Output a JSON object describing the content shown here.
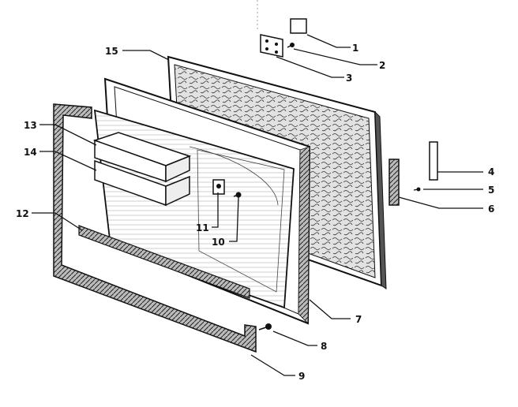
{
  "callouts": {
    "c1": "1",
    "c2": "2",
    "c3": "3",
    "c4": "4",
    "c5": "5",
    "c6": "6",
    "c7": "7",
    "c8": "8",
    "c9": "9",
    "c10": "10",
    "c11": "11",
    "c12": "12",
    "c13": "13",
    "c14": "14",
    "c15": "15"
  },
  "colors": {
    "ink": "#111111",
    "paper": "#ffffff",
    "foam": "#d8d8d8"
  }
}
